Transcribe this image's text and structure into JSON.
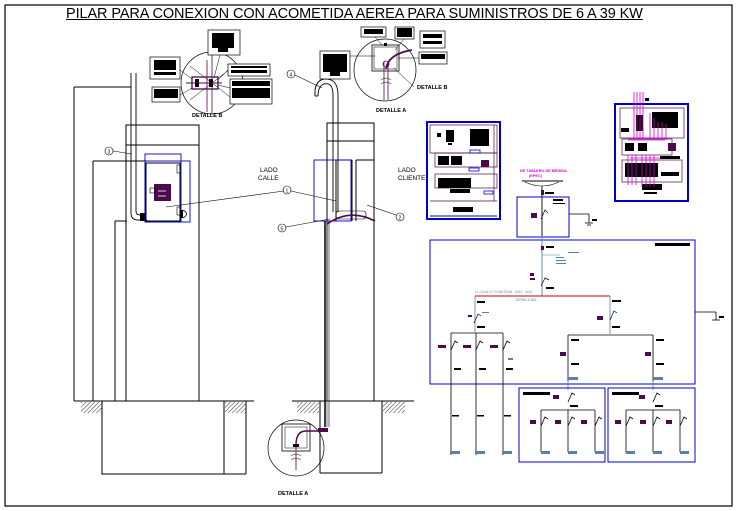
{
  "title": "PILAR PARA CONEXION CON ACOMETIDA AEREA PARA SUMINISTROS DE 6 A 39 KW",
  "labels": {
    "lado_calle": [
      "LADO",
      "CALLE"
    ],
    "lado_cliente": [
      "LADO",
      "CLIENTE"
    ]
  },
  "details": {
    "detalle_a_top": "DETALLE A",
    "detalle_a_bottom": "DETALLE A",
    "detalle_b_left": "DETALLE B",
    "detalle_b_top": "DETALLE B"
  },
  "callouts": [
    "1",
    "2",
    "3",
    "4",
    "5"
  ],
  "schematic": {
    "meter_label": [
      "DE TABLERO DE MEDIDA",
      "(EPEC)"
    ],
    "feeder_label": "LL.CAJA.3 + N  2x6.5/2x6 - 3x10 - 4x10",
    "feeder_sublabel": "TERMICA 25A"
  },
  "colors": {
    "frame": "#000000",
    "blue_outline": "#0000cc",
    "purple": "#4b0a4b",
    "magenta": "#d400d4",
    "busbar_red": "#cc0000",
    "cable_blue": "#5a7fa8"
  }
}
